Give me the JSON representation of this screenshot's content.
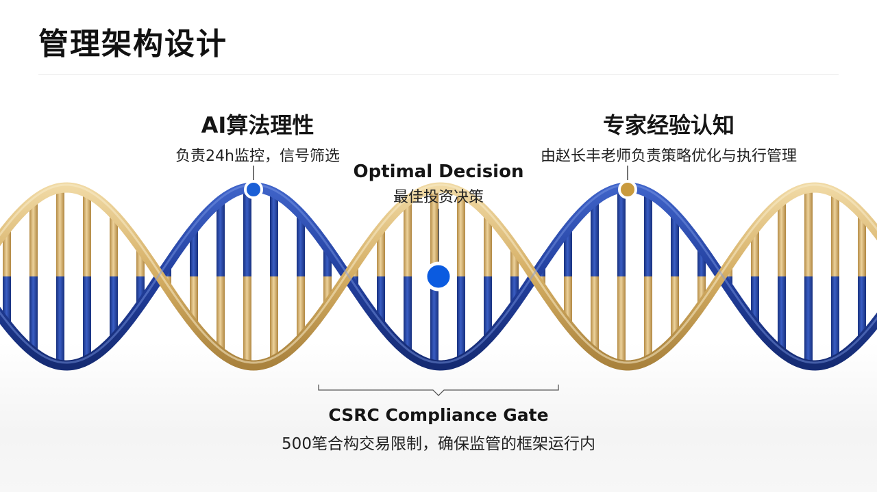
{
  "header": {
    "title": "管理架构设计"
  },
  "nodes": {
    "ai": {
      "title": "AI算法理性",
      "subtitle": "负责24h监控，信号筛选",
      "color": "#1a5fd6"
    },
    "expert": {
      "title": "专家经验认知",
      "subtitle": "由赵长丰老师负责策略优化与执行管理",
      "color": "#c99a3d"
    },
    "optimal": {
      "title": "Optimal Decision",
      "subtitle": "最佳投资决策",
      "color": "#0b5be0"
    },
    "gate": {
      "title": "CSRC Compliance Gate",
      "subtitle": "500笔合构交易限制，确保监管的框架运行内"
    }
  },
  "colors": {
    "strand_blue": "#1f3f9c",
    "strand_gold": "#d7b46e"
  }
}
